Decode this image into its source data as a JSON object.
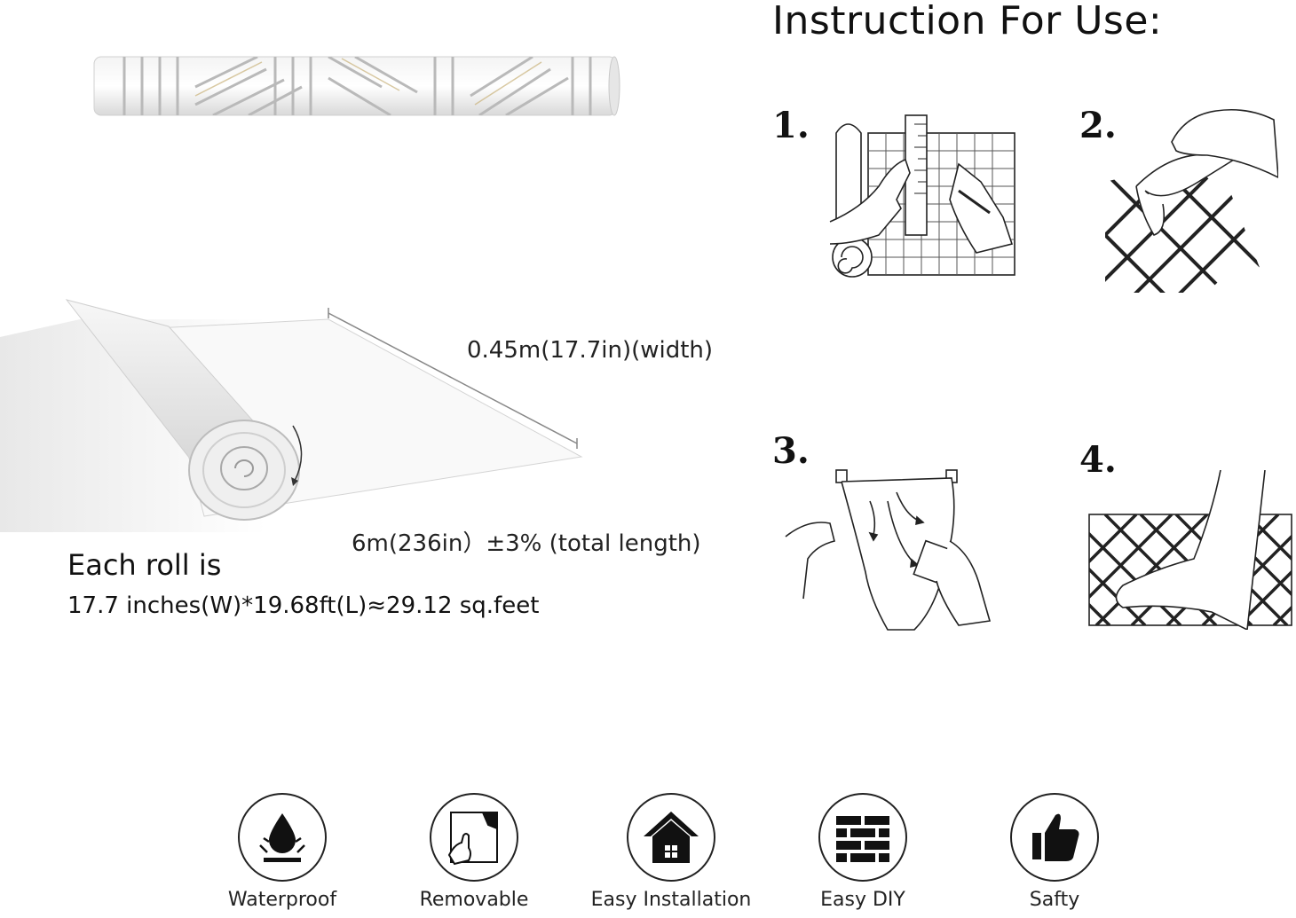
{
  "header": {
    "title": "Instruction For Use:"
  },
  "dimensions": {
    "width_label": "0.45m(17.7in)(width)",
    "length_label": "6m(236in）±3% (total length)"
  },
  "roll_info": {
    "heading": "Each roll is",
    "detail": "17.7 inches(W)*19.68ft(L)≈29.12 sq.feet"
  },
  "steps": [
    {
      "number": "1."
    },
    {
      "number": "2."
    },
    {
      "number": "3."
    },
    {
      "number": "4."
    }
  ],
  "features": [
    {
      "label": "Waterproof",
      "icon": "water-drop-icon"
    },
    {
      "label": "Removable",
      "icon": "peel-hand-icon"
    },
    {
      "label": "Easy Installation",
      "icon": "house-icon"
    },
    {
      "label": "Easy DIY",
      "icon": "brick-wall-icon"
    },
    {
      "label": "Safty",
      "icon": "thumbs-up-icon"
    }
  ],
  "colors": {
    "text": "#111111",
    "accent_gold": "#c9b27a",
    "roll_silver": "#b8b8b8"
  }
}
